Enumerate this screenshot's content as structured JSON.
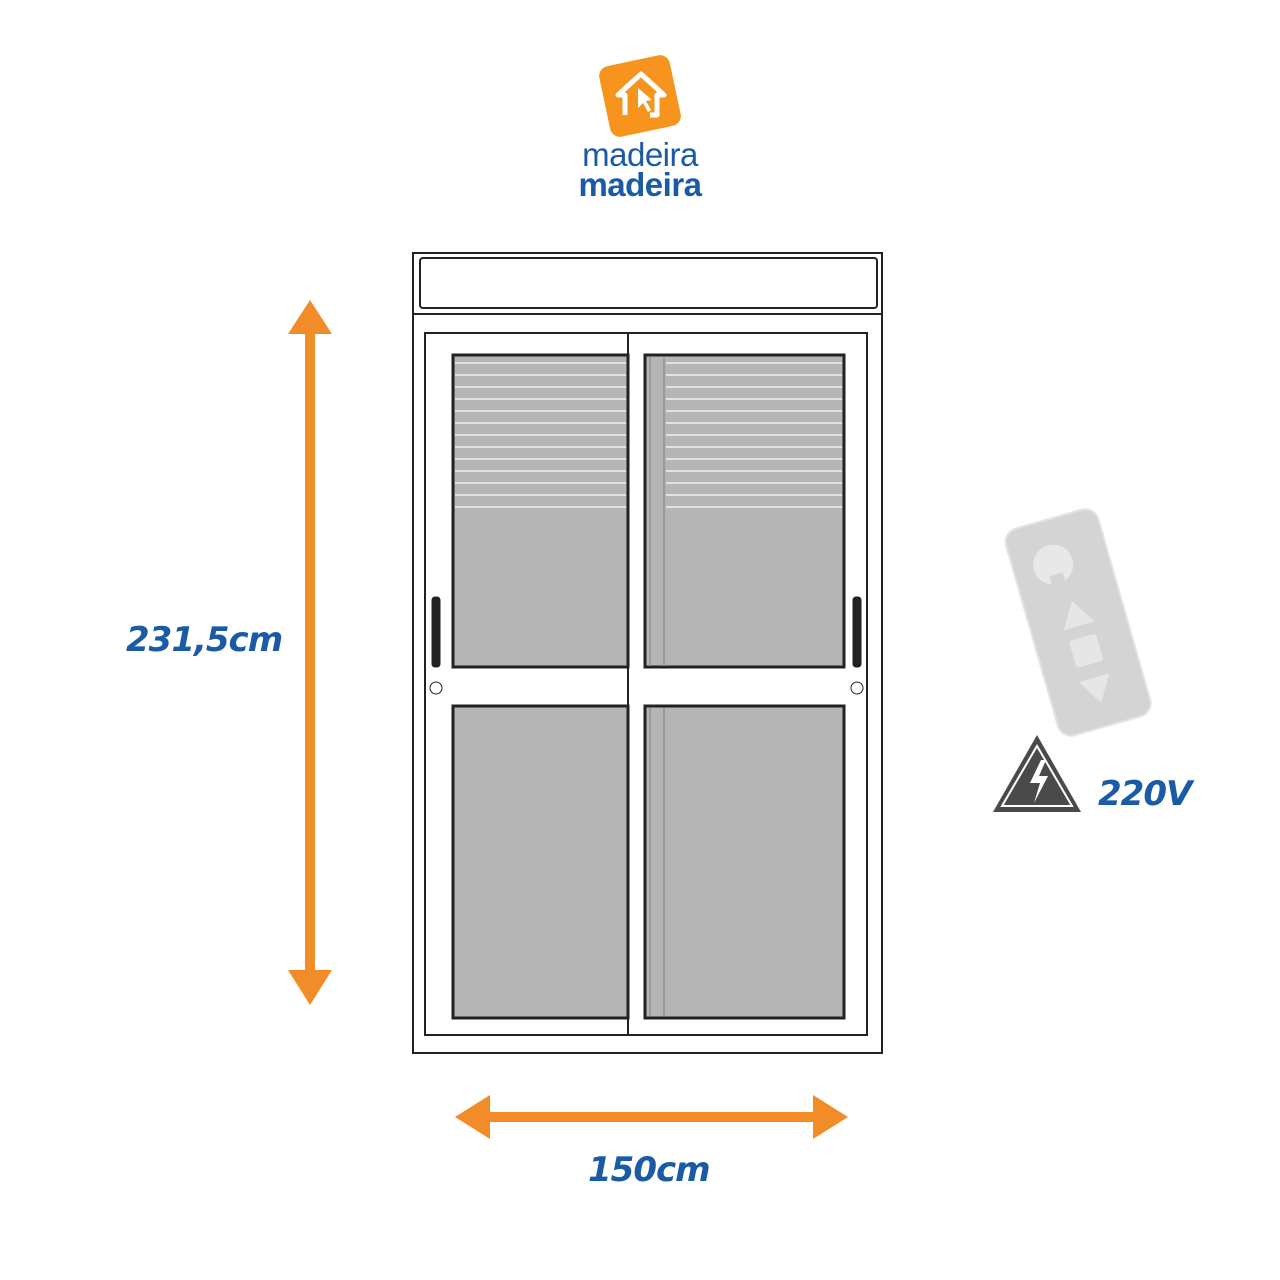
{
  "brand": {
    "logo_line1": "madeira",
    "logo_line2": "madeira"
  },
  "dimensions": {
    "height": "231,5cm",
    "width": "150cm"
  },
  "voltage": "220V",
  "colors": {
    "orange": "#f28c28",
    "blue": "#1b5aa5",
    "glass": "#b5b5b5",
    "remote": "#d6d6d6",
    "warning": "#4a4a4a"
  },
  "icons": {
    "remote": "remote-control-icon",
    "warning": "high-voltage-icon",
    "logo": "house-cursor-icon"
  }
}
